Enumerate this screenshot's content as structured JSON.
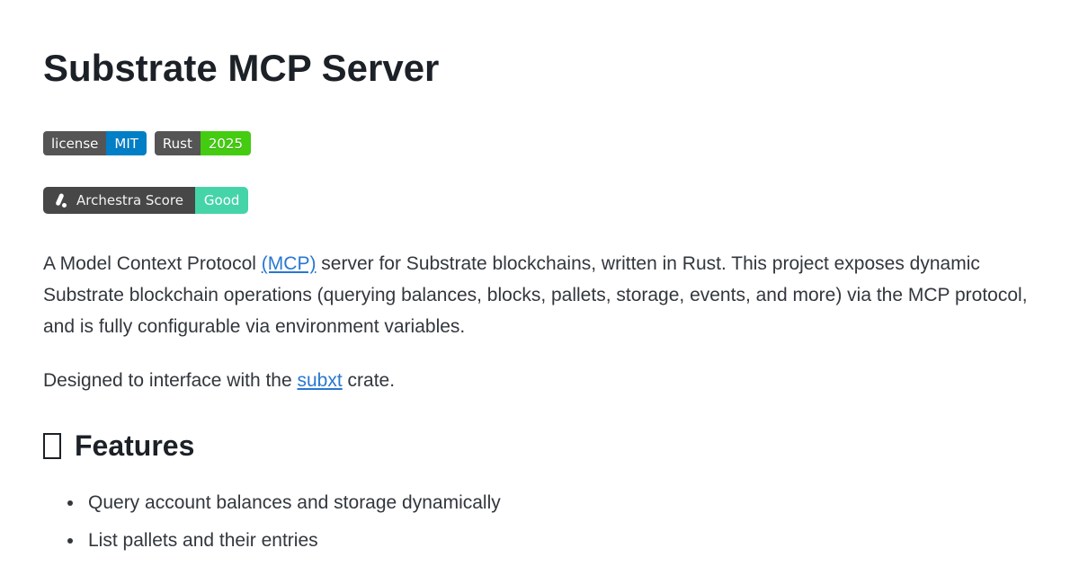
{
  "title": "Substrate MCP Server",
  "badges": [
    {
      "label": "license",
      "value": "MIT",
      "label_bg": "#555555",
      "value_bg": "#007ec6"
    },
    {
      "label": "Rust",
      "value": "2025",
      "label_bg": "#555555",
      "value_bg": "#44cc11"
    }
  ],
  "score_badge": {
    "icon": "archestra-logo",
    "label": "Archestra Score",
    "value": "Good",
    "label_bg": "#474747",
    "value_bg": "#45d4a8"
  },
  "intro": {
    "pre_link": "A Model Context Protocol ",
    "link": "(MCP)",
    "post_link": " server for Substrate blockchains, written in Rust. This project exposes dynamic Substrate blockchain operations (querying balances, blocks, pallets, storage, events, and more) via the MCP protocol, and is fully configurable via environment variables."
  },
  "subxt_line": {
    "pre_link": "Designed to interface with the ",
    "link": "subxt",
    "post_link": " crate."
  },
  "features": {
    "heading": "Features",
    "items": [
      "Query account balances and storage dynamically",
      "List pallets and their entries"
    ]
  },
  "colors": {
    "link": "#2878d0",
    "heading": "#1c2127",
    "body": "#32373d",
    "badge_label_gray": "#555555",
    "mit_blue": "#007ec6",
    "rust_green": "#44cc11",
    "score_dark": "#474747",
    "score_good_teal": "#45d4a8"
  }
}
